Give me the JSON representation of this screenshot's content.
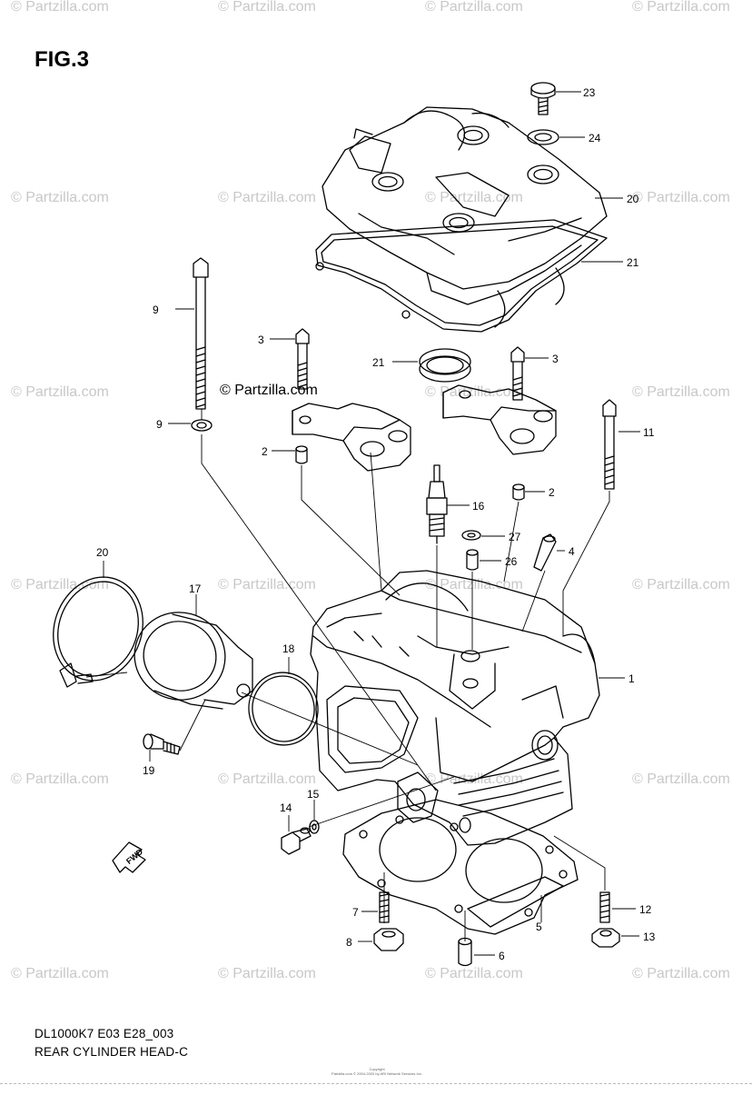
{
  "figure": {
    "title": "FIG.3",
    "model_code": "DL1000K7 E03 E28_003",
    "section_name": "REAR CYLINDER HEAD-C",
    "copyright_line1": "Copyright",
    "copyright_line2": "Partzilla.com © 2004-2020 by ARI Network Services Inc."
  },
  "watermark": {
    "text": "© Partzilla.com",
    "center_text": "© Partzilla.com"
  },
  "fwd_label": "FWD",
  "callouts": [
    {
      "id": "1"
    },
    {
      "id": "2"
    },
    {
      "id": "2b",
      "label": "2"
    },
    {
      "id": "3"
    },
    {
      "id": "3b",
      "label": "3"
    },
    {
      "id": "4"
    },
    {
      "id": "5"
    },
    {
      "id": "6"
    },
    {
      "id": "7"
    },
    {
      "id": "8"
    },
    {
      "id": "9"
    },
    {
      "id": "10"
    },
    {
      "id": "11"
    },
    {
      "id": "12"
    },
    {
      "id": "13"
    },
    {
      "id": "14"
    },
    {
      "id": "15"
    },
    {
      "id": "16"
    },
    {
      "id": "17"
    },
    {
      "id": "18"
    },
    {
      "id": "19"
    },
    {
      "id": "20"
    },
    {
      "id": "21"
    },
    {
      "id": "22"
    },
    {
      "id": "23"
    },
    {
      "id": "24"
    },
    {
      "id": "25"
    },
    {
      "id": "26"
    },
    {
      "id": "27"
    }
  ],
  "colors": {
    "ink": "#000000",
    "watermark": "#c8c8c8"
  }
}
